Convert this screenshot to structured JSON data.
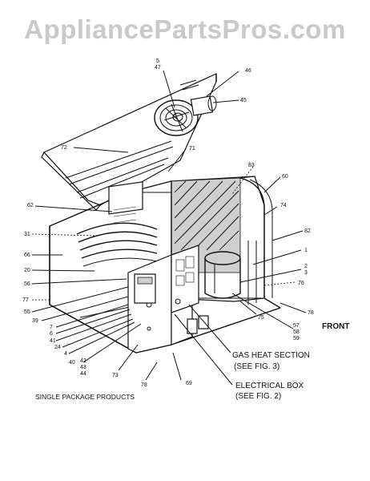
{
  "watermark": "AppliancePartsPros.com",
  "caption": "SINGLE PACKAGE PRODUCTS",
  "front_label": "FRONT",
  "callouts": {
    "gas_heat_line1": "GAS HEAT SECTION",
    "gas_heat_line2": "(SEE FIG. 3)",
    "electrical_line1": "ELECTRICAL BOX",
    "electrical_line2": "(SEE FIG. 2)"
  },
  "part_numbers": {
    "n5": "5",
    "n47": "47",
    "n46": "46",
    "n45": "45",
    "n72": "72",
    "n71": "71",
    "n83": "83",
    "n60": "60",
    "n62": "62",
    "n74": "74",
    "n31": "31",
    "n82": "82",
    "n66": "66",
    "n1": "1",
    "n20": "20",
    "n2": "2",
    "n3": "3",
    "n56": "56",
    "n76a": "76",
    "n77": "77",
    "n55": "55",
    "n39": "39",
    "n78a": "78",
    "n7": "7",
    "n6": "6",
    "n41": "41",
    "n24": "24",
    "n4": "4",
    "n40": "40",
    "n57": "57",
    "n58": "58",
    "n59": "59",
    "n75": "75",
    "n42": "42",
    "n43": "43",
    "n44": "44",
    "n73": "73",
    "n78b": "78",
    "n69": "69"
  },
  "icons": [
    "fan-motor-icon",
    "coil-icon",
    "heat-exchanger-icon",
    "control-box-icon"
  ]
}
